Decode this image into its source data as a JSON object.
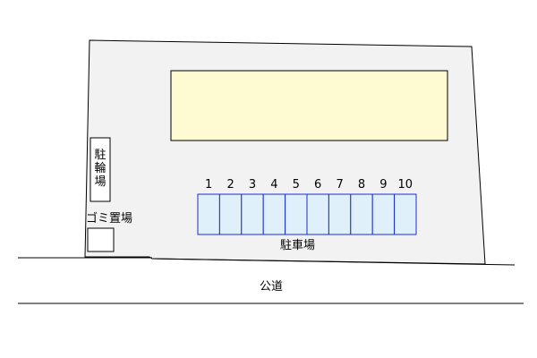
{
  "labels": {
    "bicycle_parking": [
      "駐",
      "輪",
      "場"
    ],
    "garbage": "ゴミ置場",
    "parking": "駐車場",
    "road": "公道"
  },
  "parking_spaces": [
    "1",
    "2",
    "3",
    "4",
    "5",
    "6",
    "7",
    "8",
    "9",
    "10"
  ],
  "colors": {
    "lot_fill": "#f2f2f2",
    "building_fill": "#fefad2",
    "parking_fill": "#dff0fb",
    "parking_stroke": "#1a2ecb",
    "line": "#000000"
  }
}
